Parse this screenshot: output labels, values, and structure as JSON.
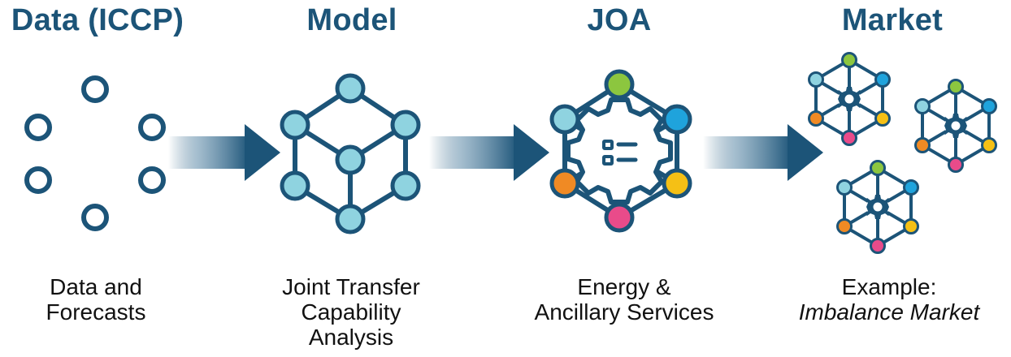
{
  "stages": [
    {
      "title": "Data (ICCP)",
      "caption": [
        "Data and",
        "Forecasts"
      ]
    },
    {
      "title": "Model",
      "caption": [
        "Joint Transfer",
        "Capability",
        "Analysis"
      ]
    },
    {
      "title": "JOA",
      "caption": [
        "Energy &",
        "Ancillary Services"
      ]
    },
    {
      "title": "Market",
      "caption": [
        "Example:",
        "Imbalance Market"
      ]
    }
  ],
  "colors": {
    "navy": "#1c5478",
    "light_blue": "#8fd3e0",
    "green": "#8cc63f",
    "blue": "#1fa3dc",
    "orange": "#f08a24",
    "yellow": "#f5c015",
    "pink": "#e94b8a"
  }
}
